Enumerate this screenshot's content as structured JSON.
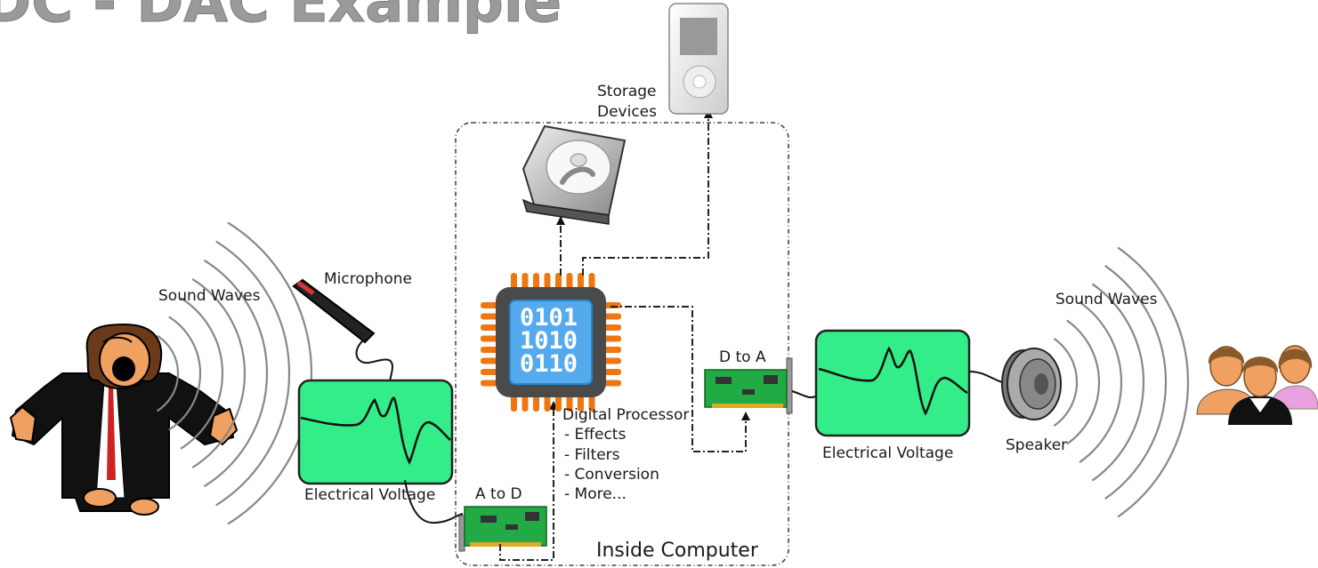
{
  "title": "DC - DAC Example",
  "labels": {
    "sound_waves_left": "Sound Waves",
    "microphone": "Microphone",
    "electrical_voltage_left": "Electrical Voltage",
    "a_to_d": "A to D",
    "storage_devices_line1": "Storage",
    "storage_devices_line2": "Devices",
    "digital_processor": "Digital Processor",
    "processor_functions": [
      "- Effects",
      "- Filters",
      "- Conversion",
      "- More..."
    ],
    "inside_computer": "Inside Computer",
    "d_to_a": "D to A",
    "electrical_voltage_right": "Electrical Voltage",
    "speaker": "Speaker",
    "sound_waves_right": "Sound Waves"
  },
  "chip_bits": [
    "0101",
    "1010",
    "0110"
  ],
  "colors": {
    "scope_green": "#33ee88",
    "chip_orange": "#ee7711",
    "chip_blue": "#55aaee",
    "card_green": "#22aa44"
  }
}
